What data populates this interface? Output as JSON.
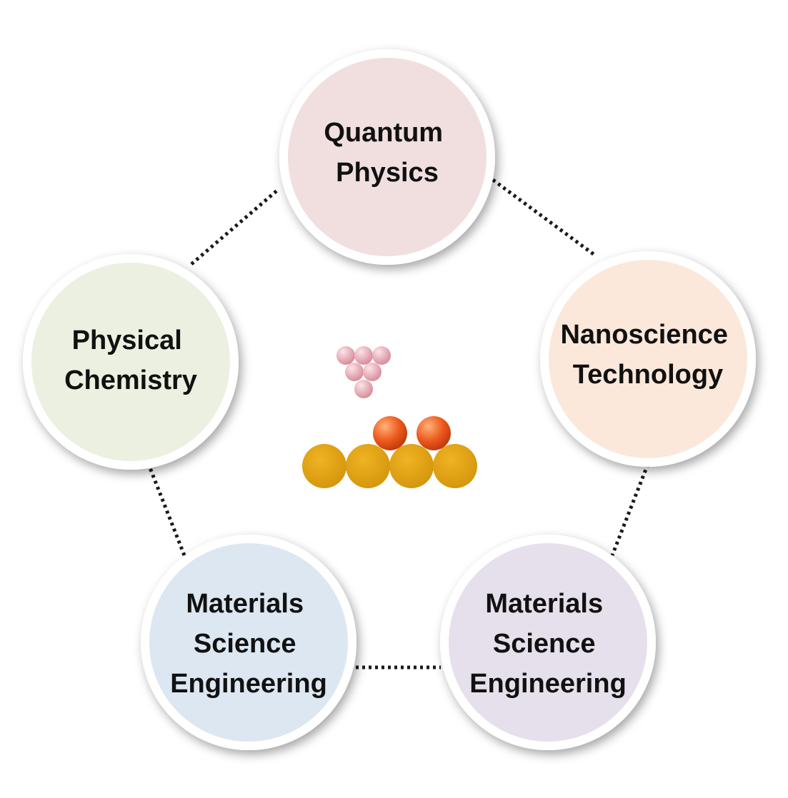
{
  "nodes": [
    {
      "id": "quantum-physics",
      "lines": [
        "Quantum",
        "Physics"
      ],
      "fill": "#f1dfe0"
    },
    {
      "id": "nanoscience-technology",
      "lines": [
        "Nanoscience",
        "Technology"
      ],
      "fill": "#fbe8da"
    },
    {
      "id": "materials-science-engineering-right",
      "lines": [
        "Materials",
        "Science",
        "Engineering"
      ],
      "fill": "#e6e0ec"
    },
    {
      "id": "materials-science-engineering-left",
      "lines": [
        "Materials",
        "Science",
        "Engineering"
      ],
      "fill": "#dde7f1"
    },
    {
      "id": "physical-chemistry",
      "lines": [
        "Physical",
        "Chemistry"
      ],
      "fill": "#ebf0e0"
    }
  ],
  "colors": {
    "ring_stroke": "#ffffff",
    "connector": "#1a1a1a",
    "text": "#111111",
    "small_atoms": "#e6a8b2",
    "adatoms": "#f06a2a",
    "substrate_atoms": "#e0a012"
  },
  "center_icon": "nanoparticle-deposition-icon"
}
